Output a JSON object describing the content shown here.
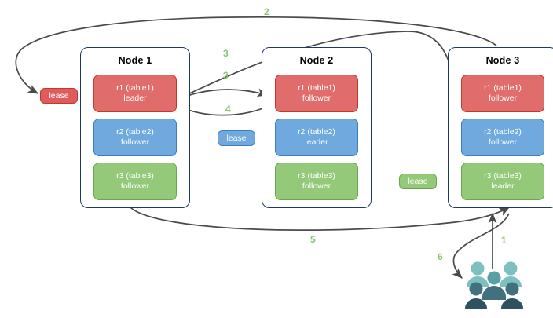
{
  "diagram": {
    "title": "",
    "colors": {
      "node_border": "#1f3864",
      "replica_red": "#e06c6c",
      "replica_blue": "#6fa9dd",
      "replica_green": "#95c97a",
      "edge_stroke": "#4a4a4a",
      "edge_label": "#8ac471",
      "people_light": "#7cc0c0",
      "people_mid": "#57a0a6",
      "people_dark": "#41707e",
      "people_darkest": "#2e5260"
    }
  },
  "nodes": [
    {
      "title": "Node 1",
      "replicas": [
        {
          "name": "r1 (table1)",
          "role": "leader",
          "color": "red"
        },
        {
          "name": "r2 (table2)",
          "role": "follower",
          "color": "blue"
        },
        {
          "name": "r3 (table3)",
          "role": "follower",
          "color": "green"
        }
      ]
    },
    {
      "title": "Node 2",
      "replicas": [
        {
          "name": "r1 (table1)",
          "role": "follower",
          "color": "red"
        },
        {
          "name": "r2 (table2)",
          "role": "leader",
          "color": "blue"
        },
        {
          "name": "r3 (table3)",
          "role": "follower",
          "color": "green"
        }
      ]
    },
    {
      "title": "Node 3",
      "replicas": [
        {
          "name": "r1 (table1)",
          "role": "follower",
          "color": "red"
        },
        {
          "name": "r2 (table2)",
          "role": "follower",
          "color": "blue"
        },
        {
          "name": "r3 (table3)",
          "role": "leader",
          "color": "green"
        }
      ]
    }
  ],
  "leases": [
    {
      "label": "lease",
      "color": "red"
    },
    {
      "label": "lease",
      "color": "blue"
    },
    {
      "label": "lease",
      "color": "green"
    }
  ],
  "edge_labels": [
    {
      "text": "2"
    },
    {
      "text": "3"
    },
    {
      "text": "3"
    },
    {
      "text": "4"
    },
    {
      "text": "5"
    },
    {
      "text": "1"
    },
    {
      "text": "6"
    }
  ],
  "actors": {
    "people_icon": "users-group-icon"
  }
}
